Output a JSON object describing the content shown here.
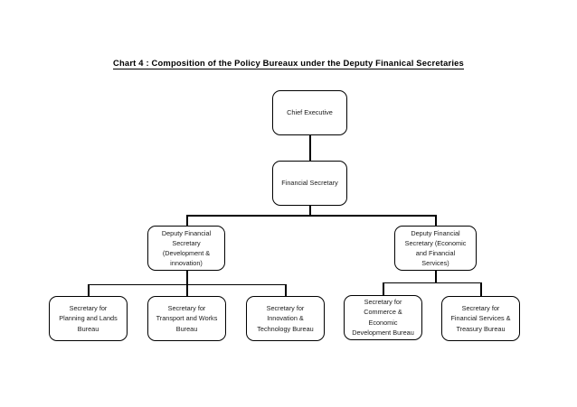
{
  "chart": {
    "title": "Chart 4 : Composition of the Policy Bureaux under the Deputy Finanical Secretaries",
    "background_color": "#ffffff",
    "line_color": "#000000",
    "text_color": "#1a1a1a"
  },
  "chart_data": {
    "type": "diagram",
    "diagram_kind": "organizational-hierarchy",
    "title": "Chart 4 : Composition of the Policy Bureaux under the Deputy Finanical Secretaries",
    "orientation": "top-down",
    "levels": 4,
    "nodes": [
      {
        "id": "chief-executive",
        "label": "Chief Executive",
        "level": 0,
        "parent": null
      },
      {
        "id": "financial-secretary",
        "label": "Financial Secretary",
        "level": 1,
        "parent": "chief-executive"
      },
      {
        "id": "dfs-development",
        "label": "Deputy Financial Secretary (Development & innovation)",
        "level": 2,
        "parent": "financial-secretary"
      },
      {
        "id": "dfs-economic",
        "label": "Deputy Financial Secretary (Economic and Financial Services)",
        "level": 2,
        "parent": "financial-secretary"
      },
      {
        "id": "sec-planning-lands",
        "label": "Secretary for Planning and Lands Bureau",
        "level": 3,
        "parent": "dfs-development"
      },
      {
        "id": "sec-transport-works",
        "label": "Secretary for Transport and Works Bureau",
        "level": 3,
        "parent": "dfs-development"
      },
      {
        "id": "sec-innovation-technology",
        "label": "Secretary for Innovation & Technology Bureau",
        "level": 3,
        "parent": "dfs-development"
      },
      {
        "id": "sec-commerce-economic",
        "label": "Secretary for Commerce & Economic Development Bureau",
        "level": 3,
        "parent": "dfs-economic"
      },
      {
        "id": "sec-financial-treasury",
        "label": "Secretary for Financial Services & Treasury Bureau",
        "level": 3,
        "parent": "dfs-economic"
      }
    ],
    "edges": [
      {
        "from": "chief-executive",
        "to": "financial-secretary"
      },
      {
        "from": "financial-secretary",
        "to": "dfs-development"
      },
      {
        "from": "financial-secretary",
        "to": "dfs-economic"
      },
      {
        "from": "dfs-development",
        "to": "sec-planning-lands"
      },
      {
        "from": "dfs-development",
        "to": "sec-transport-works"
      },
      {
        "from": "dfs-development",
        "to": "sec-innovation-technology"
      },
      {
        "from": "dfs-economic",
        "to": "sec-commerce-economic"
      },
      {
        "from": "dfs-economic",
        "to": "sec-financial-treasury"
      }
    ]
  },
  "nodes": {
    "chief_executive": {
      "label": "Chief Executive"
    },
    "financial_secretary": {
      "label": "Financial Secretary"
    },
    "dfs_development": {
      "label": "Deputy Financial\nSecretary\n(Development &\ninnovation)"
    },
    "dfs_economic": {
      "label": "Deputy Financial\nSecretary (Economic\nand Financial\nServices)"
    },
    "sec_planning_lands": {
      "label": "Secretary for\nPlanning and Lands\nBureau"
    },
    "sec_transport_works": {
      "label": "Secretary for\nTransport and Works\nBureau"
    },
    "sec_innovation_technology": {
      "label": "Secretary for\nInnovation &\nTechnology Bureau"
    },
    "sec_commerce_economic": {
      "label": "Secretary for\nCommerce &\nEconomic\nDevelopment Bureau"
    },
    "sec_financial_treasury": {
      "label": "Secretary for\nFinancial Services &\nTreasury Bureau"
    }
  }
}
